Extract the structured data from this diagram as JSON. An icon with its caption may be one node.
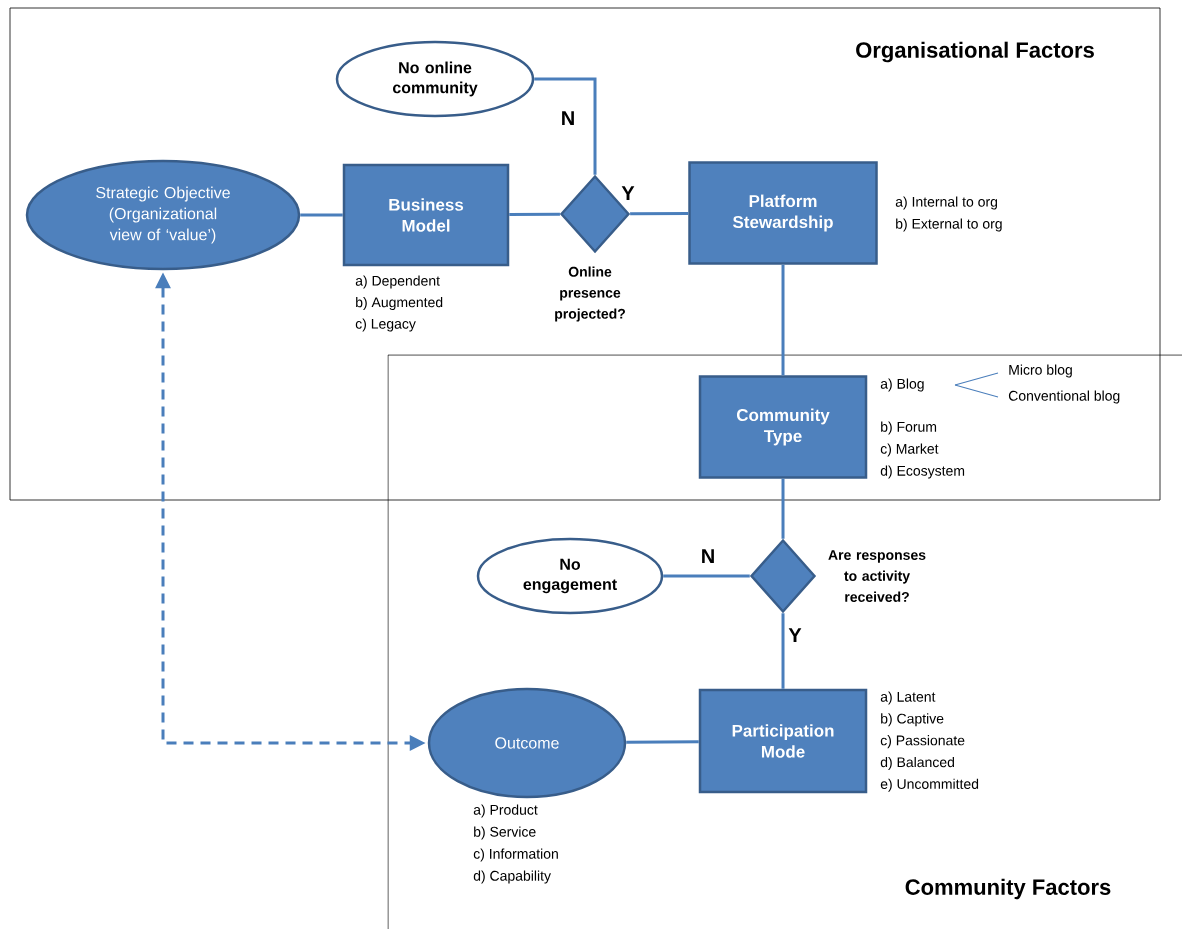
{
  "diagram": {
    "nodes": [
      {
        "text": [
          "Organisational Factors"
        ]
      },
      {
        "text": [
          "Community Factors"
        ]
      },
      {
        "text": [
          "Strategic Objective (Organizational view of ‘value’)"
        ],
        "in": 0
      },
      {
        "text": [
          "Business Model"
        ],
        "in": 0,
        "beside": [
          "a) Dependent",
          "b) Augmented",
          "c) Legacy"
        ]
      },
      {
        "text": [],
        "shape": "diamond",
        "in": 0,
        "beside": [
          "Online presence projected?"
        ]
      },
      {
        "text": [
          "No online community"
        ],
        "in": 0
      },
      {
        "text": [
          "Platform Stewardship"
        ],
        "in": 0,
        "beside": [
          "a) Internal to org",
          "b) External to org"
        ]
      },
      {
        "text": [
          "Community Type"
        ],
        "beside": [
          "a) Blog",
          "Micro blog",
          "Conventional blog",
          "b) Forum",
          "c) Market",
          "d) Ecosystem"
        ]
      },
      {
        "text": [],
        "shape": "diamond",
        "in": 1,
        "beside": [
          "Are responses to activity received?"
        ]
      },
      {
        "text": [
          "No engagement"
        ],
        "in": 1
      },
      {
        "text": [
          "Participation Mode"
        ],
        "in": 1,
        "beside": [
          "a) Latent",
          "b) Captive",
          "c) Passionate",
          "d) Balanced",
          "e) Uncommitted"
        ]
      },
      {
        "text": [
          "Outcome"
        ],
        "in": 1,
        "beside": [
          "a) Product",
          "b) Service",
          "c) Information",
          "d) Capability"
        ]
      }
    ],
    "edges": [
      {
        "from": 2,
        "to": 3,
        "arrow": "none"
      },
      {
        "from": 3,
        "to": 4,
        "arrow": "none"
      },
      {
        "from": 4,
        "to": 5,
        "arrow": "none",
        "label": "N"
      },
      {
        "from": 4,
        "to": 6,
        "arrow": "none",
        "label": "Y"
      },
      {
        "from": 6,
        "to": 7,
        "arrow": "none"
      },
      {
        "from": 7,
        "to": 8,
        "arrow": "none"
      },
      {
        "from": 8,
        "to": 9,
        "arrow": "none",
        "label": "N"
      },
      {
        "from": 8,
        "to": 10,
        "arrow": "none",
        "label": "Y"
      },
      {
        "from": 10,
        "to": 11,
        "arrow": "none"
      },
      {
        "from": 2,
        "to": 11,
        "arrow": "both",
        "style": "dashed"
      }
    ]
  }
}
